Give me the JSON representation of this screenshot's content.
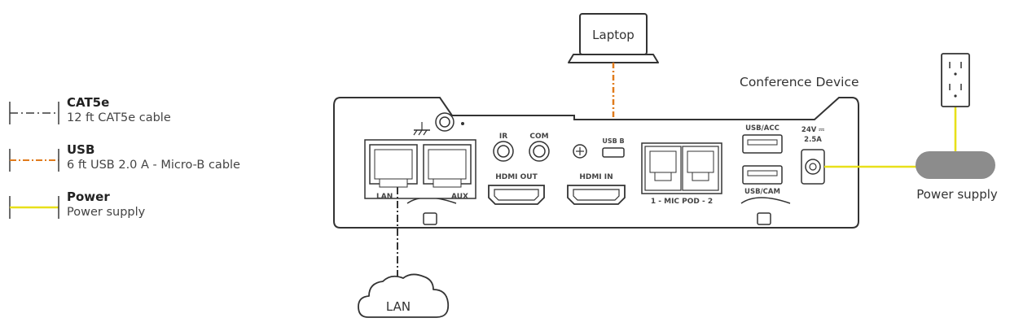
{
  "legend": [
    {
      "title": "CAT5e",
      "desc": "12 ft CAT5e cable",
      "color": "#3a3a3a",
      "style": "dash-dot"
    },
    {
      "title": "USB",
      "desc": "6 ft USB 2.0 A - Micro-B cable",
      "color": "#e07b1c",
      "style": "dash-dot"
    },
    {
      "title": "Power",
      "desc": "Power supply",
      "color": "#e8e01a",
      "style": "solid"
    }
  ],
  "device": {
    "label": "Conference Device",
    "ports": {
      "lan": "LAN",
      "aux": "AUX",
      "ir": "IR",
      "com": "COM",
      "hdmi_out": "HDMI OUT",
      "hdmi_in": "HDMI IN",
      "usb_b": "USB B",
      "mic_pod": "1 - MIC POD - 2",
      "usb_acc": "USB/ACC",
      "usb_cam": "USB/CAM",
      "power_rating_1": "24V ⎓",
      "power_rating_2": "2.5A",
      "ground_mark": "⊕"
    }
  },
  "laptop": {
    "label": "Laptop"
  },
  "cloud": {
    "label": "LAN"
  },
  "power_supply": {
    "label": "Power supply"
  },
  "colors": {
    "cat5e": "#3a3a3a",
    "usb": "#e07b1c",
    "power": "#e8e01a",
    "brick": "#8c8c8c",
    "outline": "#333333"
  }
}
